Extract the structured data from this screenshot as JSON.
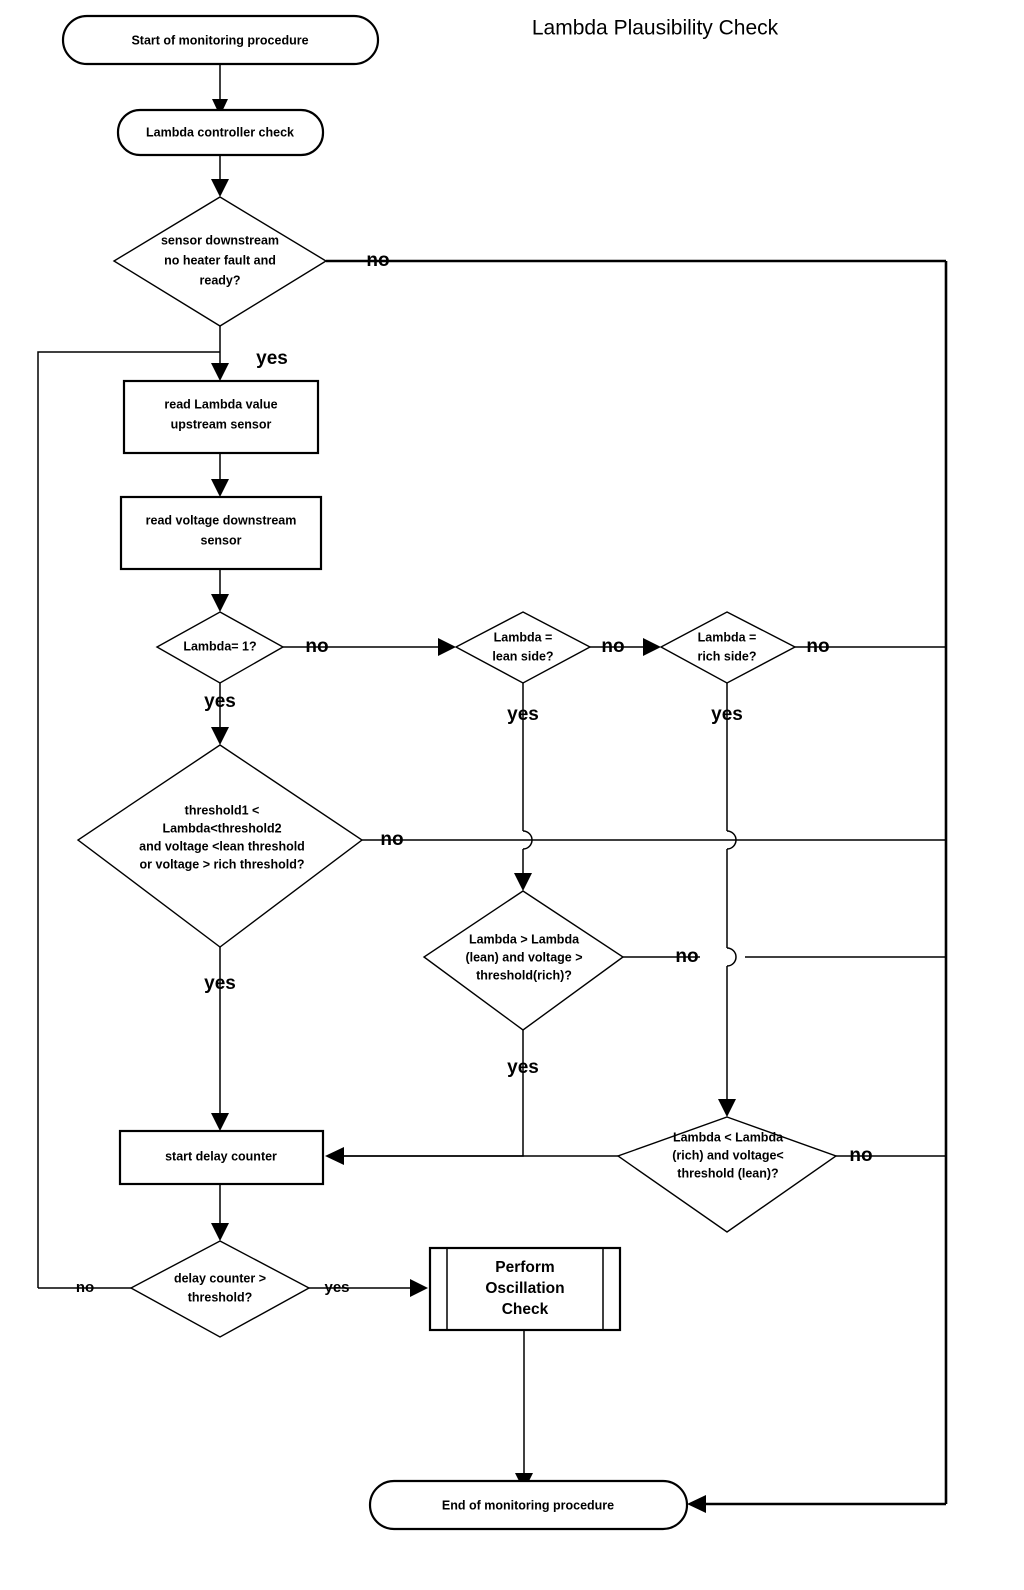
{
  "title": "Lambda Plausibility Check",
  "nodes": {
    "start": {
      "label": "Start of monitoring procedure",
      "type": "terminator"
    },
    "controller_check": {
      "label": "Lambda controller check",
      "type": "terminator"
    },
    "sensor_ready": {
      "type": "decision",
      "lines": [
        "sensor downstream",
        "no heater fault and",
        "ready?"
      ]
    },
    "read_lambda": {
      "type": "process",
      "lines": [
        "read Lambda value",
        "upstream sensor"
      ]
    },
    "read_voltage": {
      "type": "process",
      "lines": [
        "read voltage downstream",
        "sensor"
      ]
    },
    "lambda_is_one": {
      "type": "decision",
      "lines": [
        "Lambda= 1?"
      ]
    },
    "lambda_lean": {
      "type": "decision",
      "lines": [
        "Lambda  =",
        "lean side?"
      ]
    },
    "lambda_rich": {
      "type": "decision",
      "lines": [
        "Lambda  =",
        "rich side?"
      ]
    },
    "threshold_window": {
      "type": "decision",
      "lines": [
        "threshold1 <",
        "Lambda<threshold2",
        "and voltage <lean threshold",
        "or voltage  > rich threshold?"
      ]
    },
    "lean_check": {
      "type": "decision",
      "lines": [
        "Lambda > Lambda",
        "(lean) and voltage >",
        "threshold(rich)?"
      ]
    },
    "rich_check": {
      "type": "decision",
      "lines": [
        "Lambda < Lambda",
        "(rich) and voltage<",
        "threshold (lean)?"
      ]
    },
    "start_delay_counter": {
      "type": "process",
      "lines": [
        "start delay counter"
      ]
    },
    "delay_threshold": {
      "type": "decision",
      "lines": [
        "delay counter >",
        "threshold?"
      ]
    },
    "oscillation_check": {
      "type": "predefined-process",
      "lines": [
        "Perform",
        "Oscillation",
        "Check"
      ]
    },
    "end": {
      "label": "End of monitoring procedure",
      "type": "terminator"
    }
  },
  "edge_labels": {
    "sensor_ready_no": "no",
    "sensor_ready_yes": "yes",
    "lambda_is_one_no": "no",
    "lambda_is_one_yes": "yes",
    "lambda_lean_no": "no",
    "lambda_lean_yes": "yes",
    "lambda_rich_no": "no",
    "lambda_rich_yes": "yes",
    "threshold_window_no": "no",
    "threshold_window_yes": "yes",
    "lean_check_no": "no",
    "lean_check_yes": "yes",
    "rich_check_no": "no",
    "delay_threshold_no": "no",
    "delay_threshold_yes": "yes"
  },
  "colors": {
    "stroke": "#000000",
    "fill": "#ffffff",
    "background": "#ffffff"
  }
}
